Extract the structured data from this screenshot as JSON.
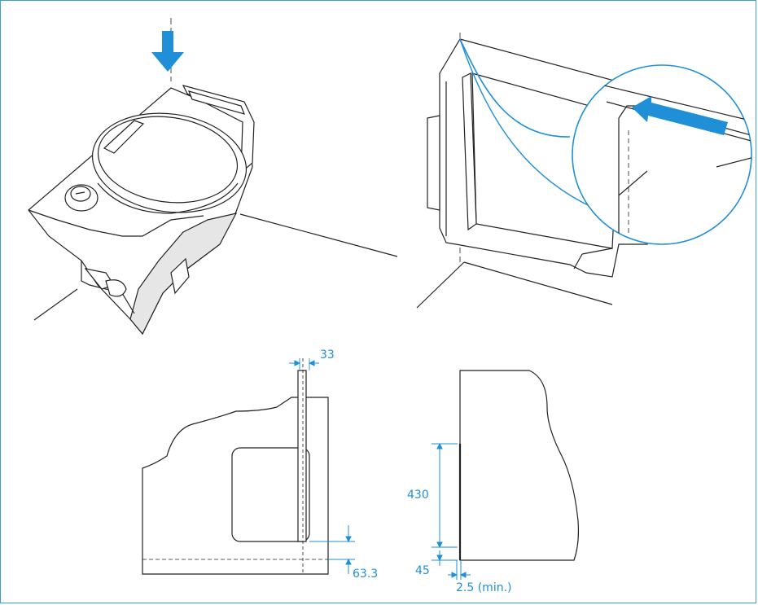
{
  "colors": {
    "accent": "#1f8fd8",
    "line": "#222222",
    "shade": "#e6e6e6",
    "frame": "#3a9fd6"
  },
  "icons": {
    "push_down": "arrow-down-icon",
    "push_in": "arrow-left-icon"
  },
  "dimensions": {
    "front_top_offset": "33",
    "front_bottom_offset": "63.3",
    "side_height": "430",
    "side_floor": "45",
    "side_gap": "2.5 (min.)"
  }
}
